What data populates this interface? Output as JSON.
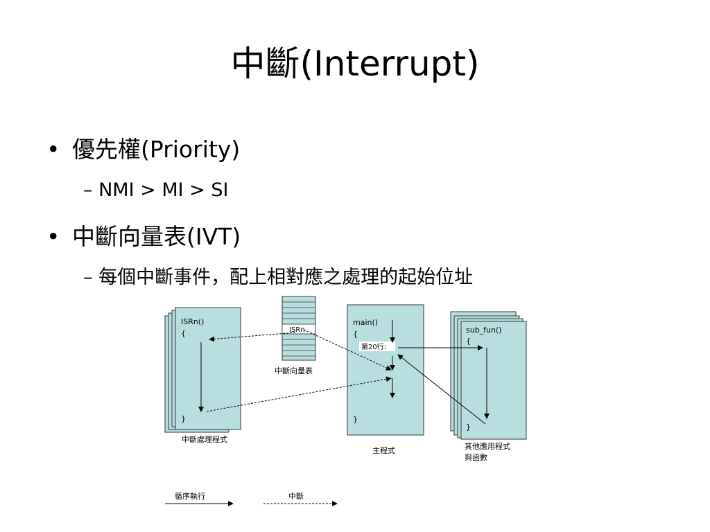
{
  "slide": {
    "title": "中斷(Interrupt)",
    "bullets": [
      {
        "text": "優先權(Priority)",
        "sub": "– NMI > MI > SI"
      },
      {
        "text": "中斷向量表(IVT)",
        "sub": "– 每個中斷事件，配上相對應之處理的起始位址"
      }
    ],
    "bullet_glyph": "•"
  },
  "diagram": {
    "isr": {
      "header": "ISRn()",
      "open": "{",
      "close": "}",
      "caption": "中斷處理程式"
    },
    "ivt": {
      "entry": "ISRn",
      "caption": "中斷向量表"
    },
    "main": {
      "header": "main()",
      "open": "{",
      "line": "第20行:",
      "close": "}",
      "caption": "主程式"
    },
    "sub": {
      "header": "sub_fun()",
      "open": "{",
      "close": "}",
      "caption_line1": "其他應用程式",
      "caption_line2": "與函數"
    },
    "legend": {
      "sequential": "循序執行",
      "interrupt": "中斷"
    },
    "colors": {
      "box_fill": "#b7dfe0",
      "box_stroke": "#333333"
    }
  }
}
